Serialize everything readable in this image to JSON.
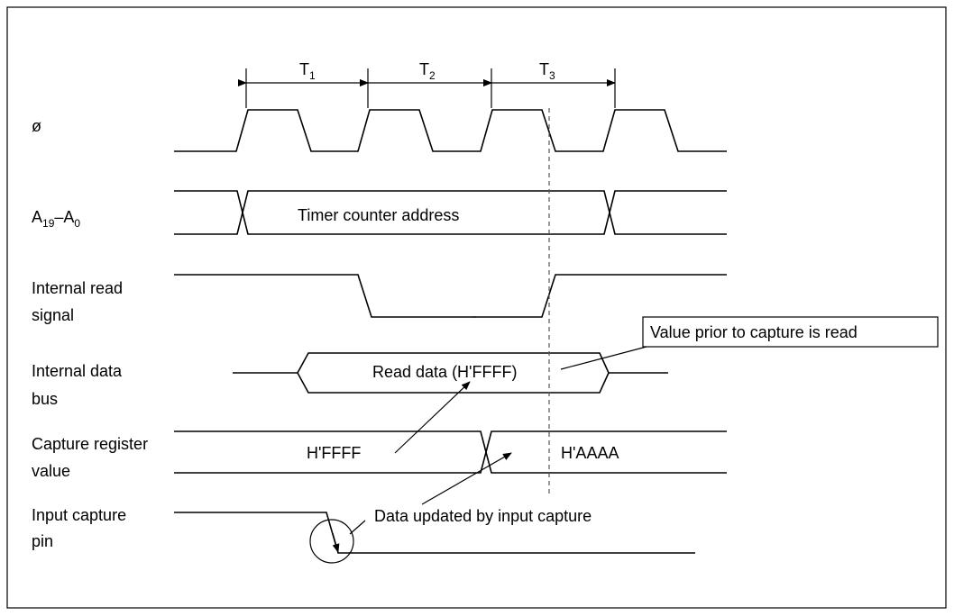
{
  "signals": {
    "clock": "ø",
    "address_main": "A",
    "address_sub1": "19",
    "address_dash": "–A",
    "address_sub2": "0",
    "read_line1": "Internal read",
    "read_line2": "signal",
    "data_line1": "Internal data",
    "data_line2": "bus",
    "capture_line1": "Capture register",
    "capture_line2": "value",
    "pin_line1": "Input capture",
    "pin_line2": "pin"
  },
  "periods": [
    {
      "letter": "T",
      "sub": "1"
    },
    {
      "letter": "T",
      "sub": "2"
    },
    {
      "letter": "T",
      "sub": "3"
    }
  ],
  "labels": {
    "timer_address": "Timer counter address",
    "read_data": "Read data (H'FFFF)",
    "old_value": "H'FFFF",
    "new_value": "H'AAAA",
    "value_prior_note": "Value prior to capture is read",
    "data_updated_note": "Data updated by input capture"
  }
}
